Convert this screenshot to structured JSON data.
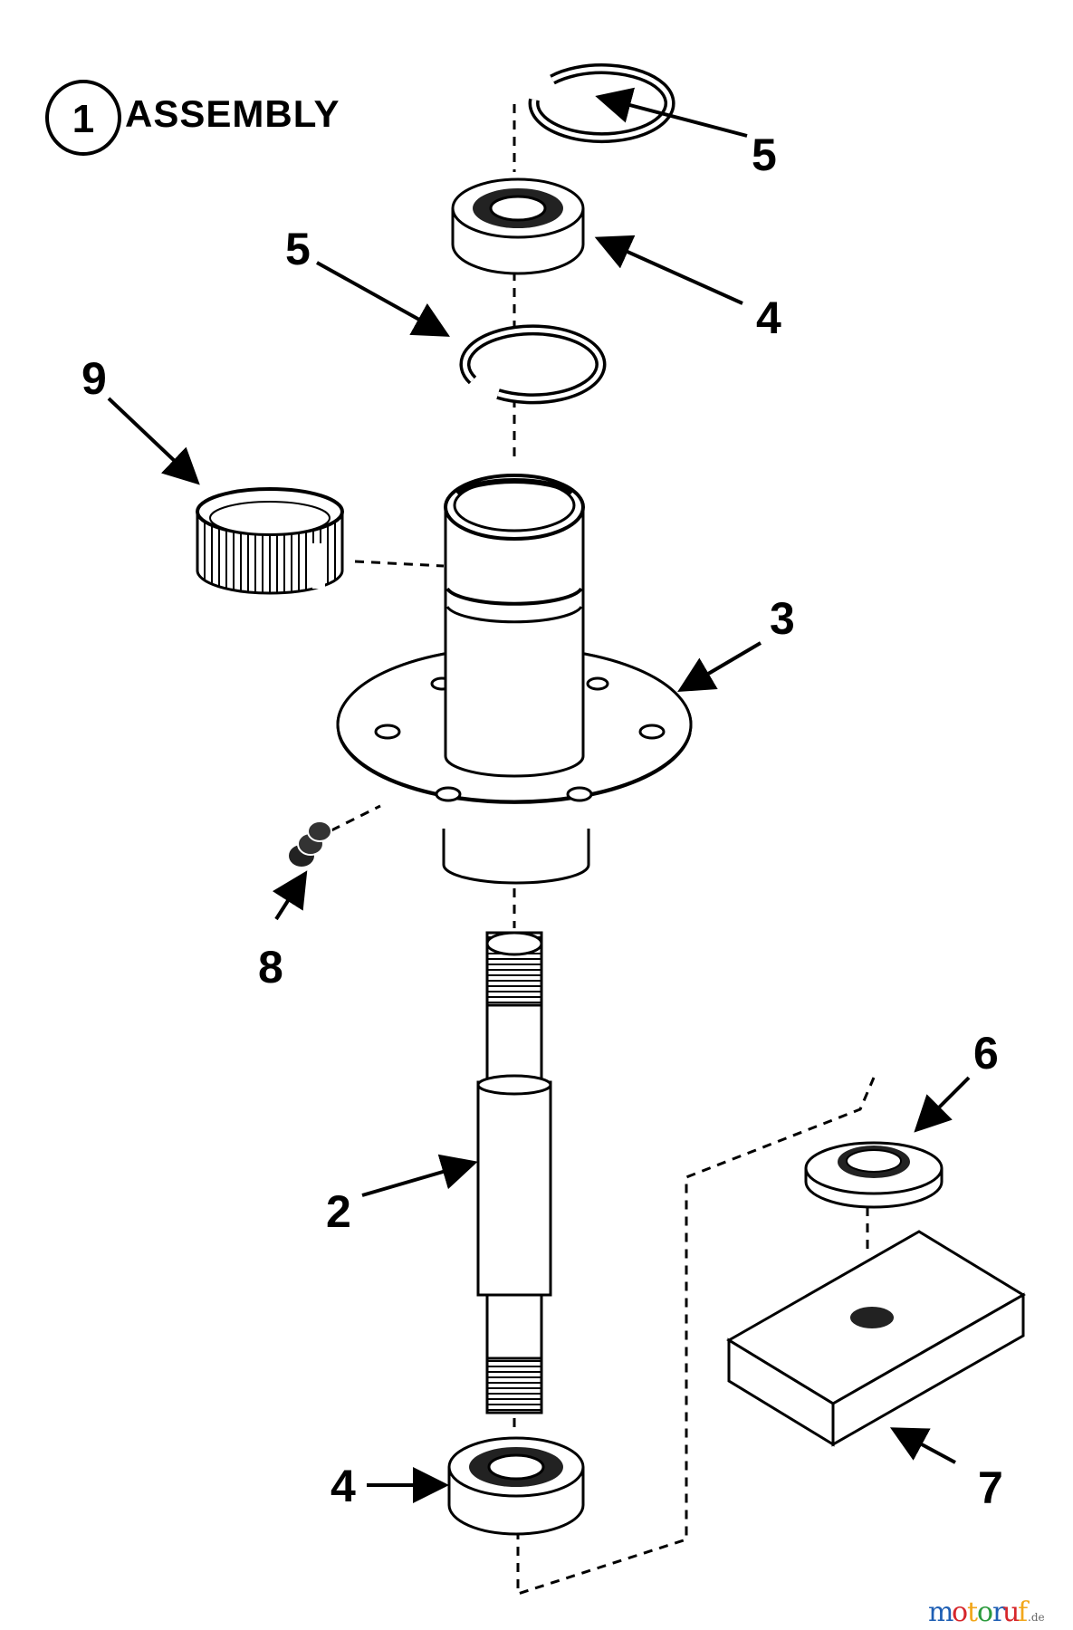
{
  "title": {
    "number": "1",
    "text": "ASSEMBLY"
  },
  "callouts": [
    "5",
    "4",
    "5",
    "9",
    "3",
    "8",
    "6",
    "2",
    "4",
    "7"
  ],
  "watermark": {
    "letters": [
      "m",
      "o",
      "t",
      "o",
      "r",
      "u",
      "f"
    ],
    "colors": [
      "#1f5fb4",
      "#d6262b",
      "#f2a71b",
      "#2c9b3e",
      "#1f5fb4",
      "#d6262b",
      "#f2a71b"
    ],
    "suffix": ".de"
  }
}
